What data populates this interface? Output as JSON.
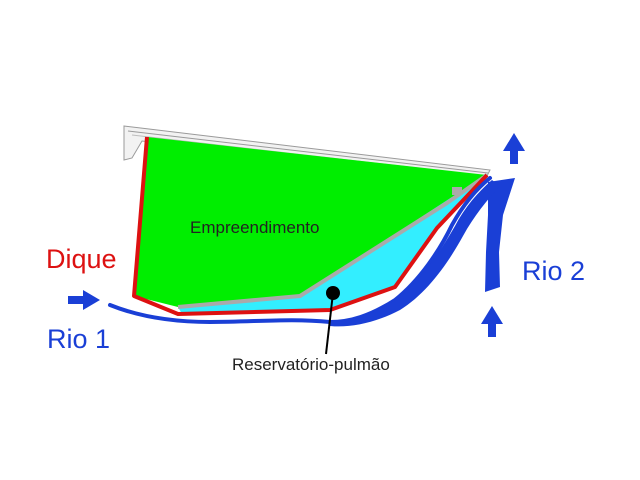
{
  "labels": {
    "dike": "Dique",
    "river1": "Rio 1",
    "river2": "Rio 2",
    "development": "Empreendimento",
    "buffer_reservoir": "Reservatório-pulmão"
  },
  "colors": {
    "development_fill": "#00ee00",
    "reservoir_fill": "#33eeff",
    "dike_line": "#dd1111",
    "river": "#1a3fd6",
    "embankment": "#aaaaaa",
    "dike_label": "#dd1111",
    "river_label": "#1a3fd6"
  },
  "icons": {
    "river1_arrow": "arrow-right-icon",
    "river2_inflow_arrow": "arrow-up-icon",
    "river2_outflow_arrow": "arrow-up-icon"
  }
}
